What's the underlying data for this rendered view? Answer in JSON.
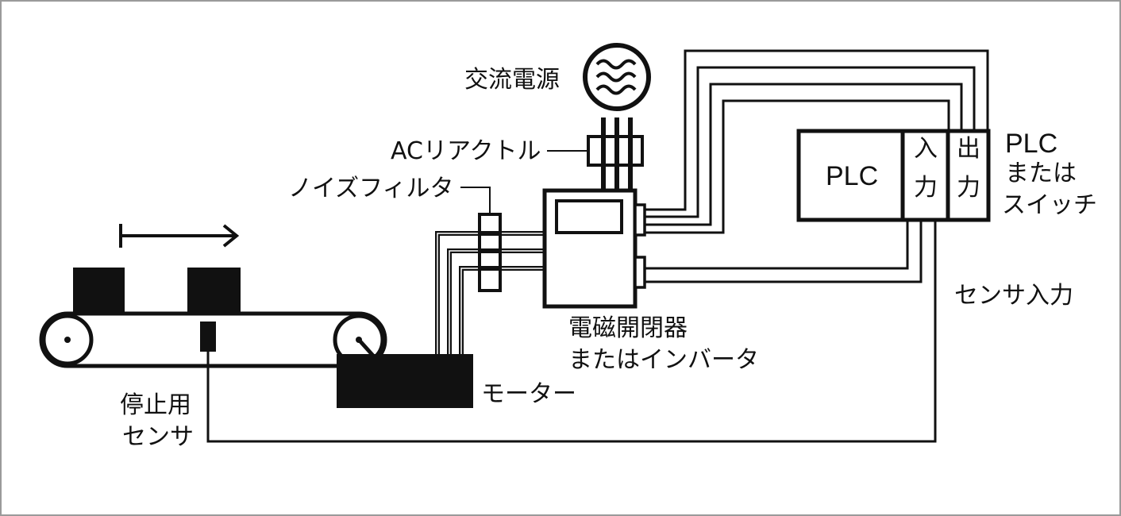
{
  "labels": {
    "ac_power": "交流電源",
    "ac_reactor": "ACリアクトル",
    "noise_filter": "ノイズフィルタ",
    "contactor_line1": "電磁開閉器",
    "contactor_line2": "またはインバータ",
    "motor": "モーター",
    "stop_sensor_line1": "停止用",
    "stop_sensor_line2": "センサ",
    "sensor_input": "センサ入力",
    "plc_box": "PLC",
    "plc_input": "入力",
    "plc_output": "出力",
    "plc_switch_line1": "PLC",
    "plc_switch_line2": "または",
    "plc_switch_line3": "スイッチ"
  },
  "icons": {
    "ac_source_symbol": "sine-wave-icon",
    "direction_arrow": "right-arrow-icon"
  },
  "colors": {
    "line": "#111111",
    "background": "#ffffff",
    "frame": "#9a9a9a"
  }
}
